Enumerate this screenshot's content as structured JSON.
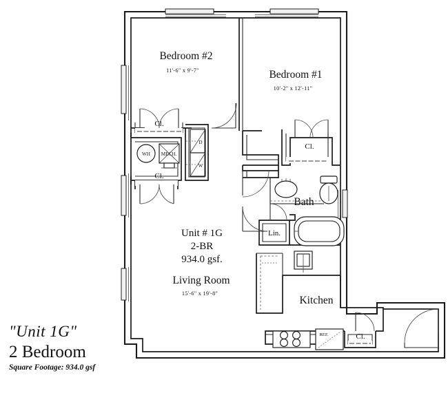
{
  "plan": {
    "title": "Unit 1G floor plan",
    "rooms": [
      {
        "key": "bedroom2",
        "label": "Bedroom #2",
        "dimensions": "11'-6\" x 9'-7\""
      },
      {
        "key": "bedroom1",
        "label": "Bedroom #1",
        "dimensions": "10'-2\" x 12'-11\""
      },
      {
        "key": "livingroom",
        "label": "Living Room",
        "dimensions": "15'-6\" x 19'-8\""
      },
      {
        "key": "bath",
        "label": "Bath",
        "dimensions": ""
      },
      {
        "key": "kitchen",
        "label": "Kitchen",
        "dimensions": ""
      }
    ],
    "unit_stamp": {
      "unit": "Unit # 1G",
      "bedrooms": "2-BR",
      "area": "934.0 gsf."
    },
    "closets": [
      {
        "key": "closet-bedroom2",
        "label": "Cl."
      },
      {
        "key": "closet-hall",
        "label": "Cl."
      },
      {
        "key": "closet-bedroom1",
        "label": "Cl."
      },
      {
        "key": "closet-entry",
        "label": "Cl."
      }
    ],
    "linen_closet": {
      "label": "Lin."
    },
    "equipment": [
      {
        "key": "water-heater",
        "label": "WH"
      },
      {
        "key": "mechanical",
        "label": "MECH."
      },
      {
        "key": "dryer",
        "label": "D"
      },
      {
        "key": "washer",
        "label": "W"
      },
      {
        "key": "refrigerator",
        "label": "REF."
      }
    ]
  },
  "caption": {
    "unit_name": "\"Unit 1G\"",
    "bedroom_count": "2 Bedroom",
    "square_footage": "Square Footage:  934.0 gsf"
  },
  "colors": {
    "ink": "#1a1a1a",
    "paper": "#ffffff",
    "window_fill": "#f2f2f2"
  }
}
